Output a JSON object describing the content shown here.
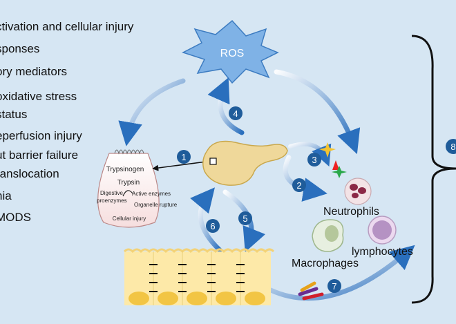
{
  "left_list": [
    "ctivation and cellular injury",
    "sponses",
    "ory mediators",
    "oxidative stress",
    "status",
    "eperfusion injury",
    "ut barrier failure",
    "ranslocation",
    "nia",
    "MODS"
  ],
  "ros_label": "ROS",
  "cell": {
    "trypsinogen": "Trypsinogen",
    "trypsin": "Trypsin",
    "digestive_proenzymes": "Digestive\nproenzymes",
    "active_enzymes": "Active enzymes",
    "organelle_rupture": "Organelle rupture",
    "cellular_injury": "Cellular injury"
  },
  "immune": {
    "neutrophils": "Neutrophils",
    "macrophages": "Macrophages",
    "lymphocytes": "lymphocytes"
  },
  "step_badges": [
    "1",
    "2",
    "3",
    "4",
    "5",
    "6",
    "7"
  ],
  "bracket_badge": "8",
  "colors": {
    "background": "#d6e6f3",
    "badge": "#1f5c9a",
    "arrow": "#2a6fbd",
    "ros_star": "#7fb2e6",
    "pancreas": "#efd89a",
    "gut": "#fde9a8"
  }
}
